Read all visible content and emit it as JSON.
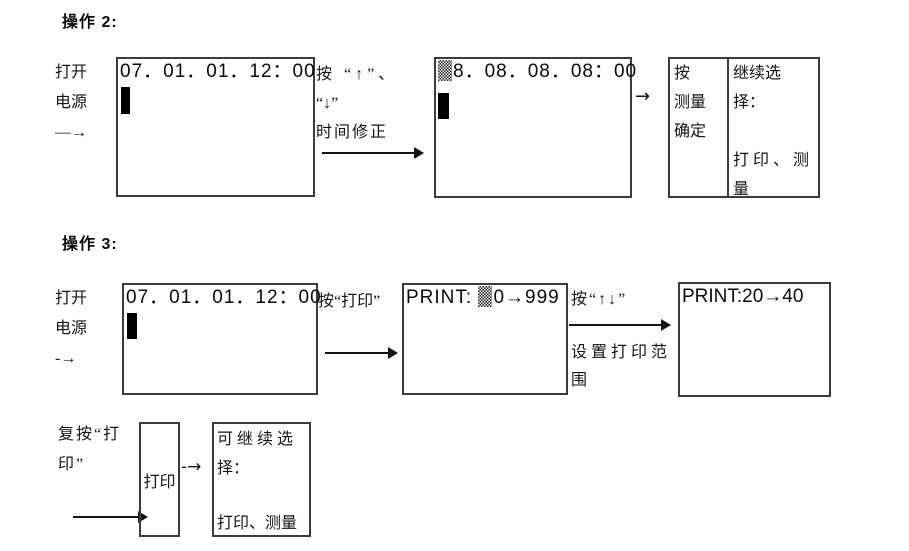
{
  "op2": {
    "title": "操作 2:",
    "power": {
      "line1": "打开",
      "line2": "电源",
      "arrow": "—→"
    },
    "screen1": {
      "display": "07．01．01．12：00"
    },
    "step": {
      "line1": "按 “↑”、",
      "line2": "“↓”",
      "line3": "时间修正"
    },
    "screen2": {
      "display": "8．08．08．08：00"
    },
    "connector": "→",
    "result": {
      "left": {
        "line1": "按",
        "line2": "测量",
        "line3": "确定"
      },
      "right": {
        "line1": "继续选",
        "line2": "择：",
        "line3": "打 印 、 测",
        "line4": "量"
      }
    }
  },
  "op3": {
    "title": "操作 3:",
    "power": {
      "line1": "打开",
      "line2": "电源",
      "arrow": "-→"
    },
    "screen1": {
      "display": "07．01．01．12：00"
    },
    "step1": {
      "label": "按“打印”"
    },
    "screen2": {
      "prefix": "PRINT: ",
      "range": "0→999"
    },
    "step2": {
      "label": "按“↑↓”",
      "note_line1": "设 置 打 印 范",
      "note_line2": "围"
    },
    "screen3": {
      "display": "PRINT:20→40"
    },
    "repeat": {
      "line1": "复按“打",
      "line2": "印”"
    },
    "print_box": {
      "label": "打印"
    },
    "dash_arrow": "-→",
    "result": {
      "line1": "可 继 续 选",
      "line2": "择：",
      "line3": "打印、测量"
    }
  }
}
